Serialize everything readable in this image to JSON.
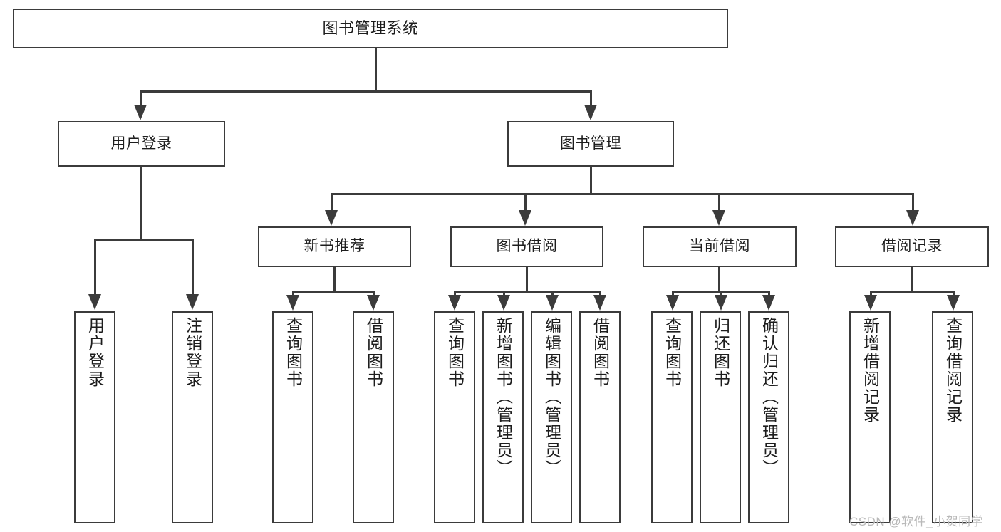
{
  "diagram": {
    "title": "图书管理系统",
    "type": "tree-hierarchy-chart",
    "root": {
      "label": "图书管理系统"
    },
    "level2": [
      {
        "label": "用户登录"
      },
      {
        "label": "图书管理"
      }
    ],
    "level3": [
      {
        "label": "新书推荐"
      },
      {
        "label": "图书借阅"
      },
      {
        "label": "当前借阅"
      },
      {
        "label": "借阅记录"
      }
    ],
    "leaves": {
      "user_login": [
        {
          "label": "用户登录"
        },
        {
          "label": "注销登录"
        }
      ],
      "new_book_recommend": [
        {
          "label": "查询图书"
        },
        {
          "label": "借阅图书"
        }
      ],
      "book_borrow": [
        {
          "label": "查询图书"
        },
        {
          "label": "新增图书（管理员）"
        },
        {
          "label": "编辑图书（管理员）"
        },
        {
          "label": "借阅图书"
        }
      ],
      "current_borrow": [
        {
          "label": "查询图书"
        },
        {
          "label": "归还图书"
        },
        {
          "label": "确认归还（管理员）"
        }
      ],
      "borrow_record": [
        {
          "label": "新增借阅记录"
        },
        {
          "label": "查询借阅记录"
        }
      ]
    }
  },
  "watermark": {
    "text": "CSDN @软件_小贺同学"
  },
  "colors": {
    "stroke": "#3b3b3b",
    "background": "#ffffff",
    "text": "#1d1d1d",
    "watermark": "#b9b9b9"
  }
}
